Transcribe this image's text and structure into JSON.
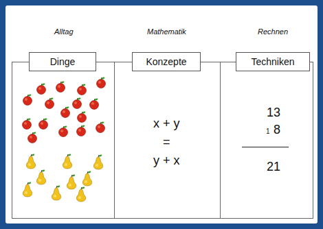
{
  "diagram": {
    "nodes": [
      {
        "text": [
          "Dinge"
        ]
      },
      {
        "text": [
          "Konzepte"
        ]
      },
      {
        "text": [
          "Techniken"
        ]
      }
    ],
    "labels": [
      "Alltag",
      "Mathematik",
      "Rechnen",
      "x + y",
      "=",
      "y + x",
      "13",
      "1",
      "8",
      "21"
    ]
  }
}
